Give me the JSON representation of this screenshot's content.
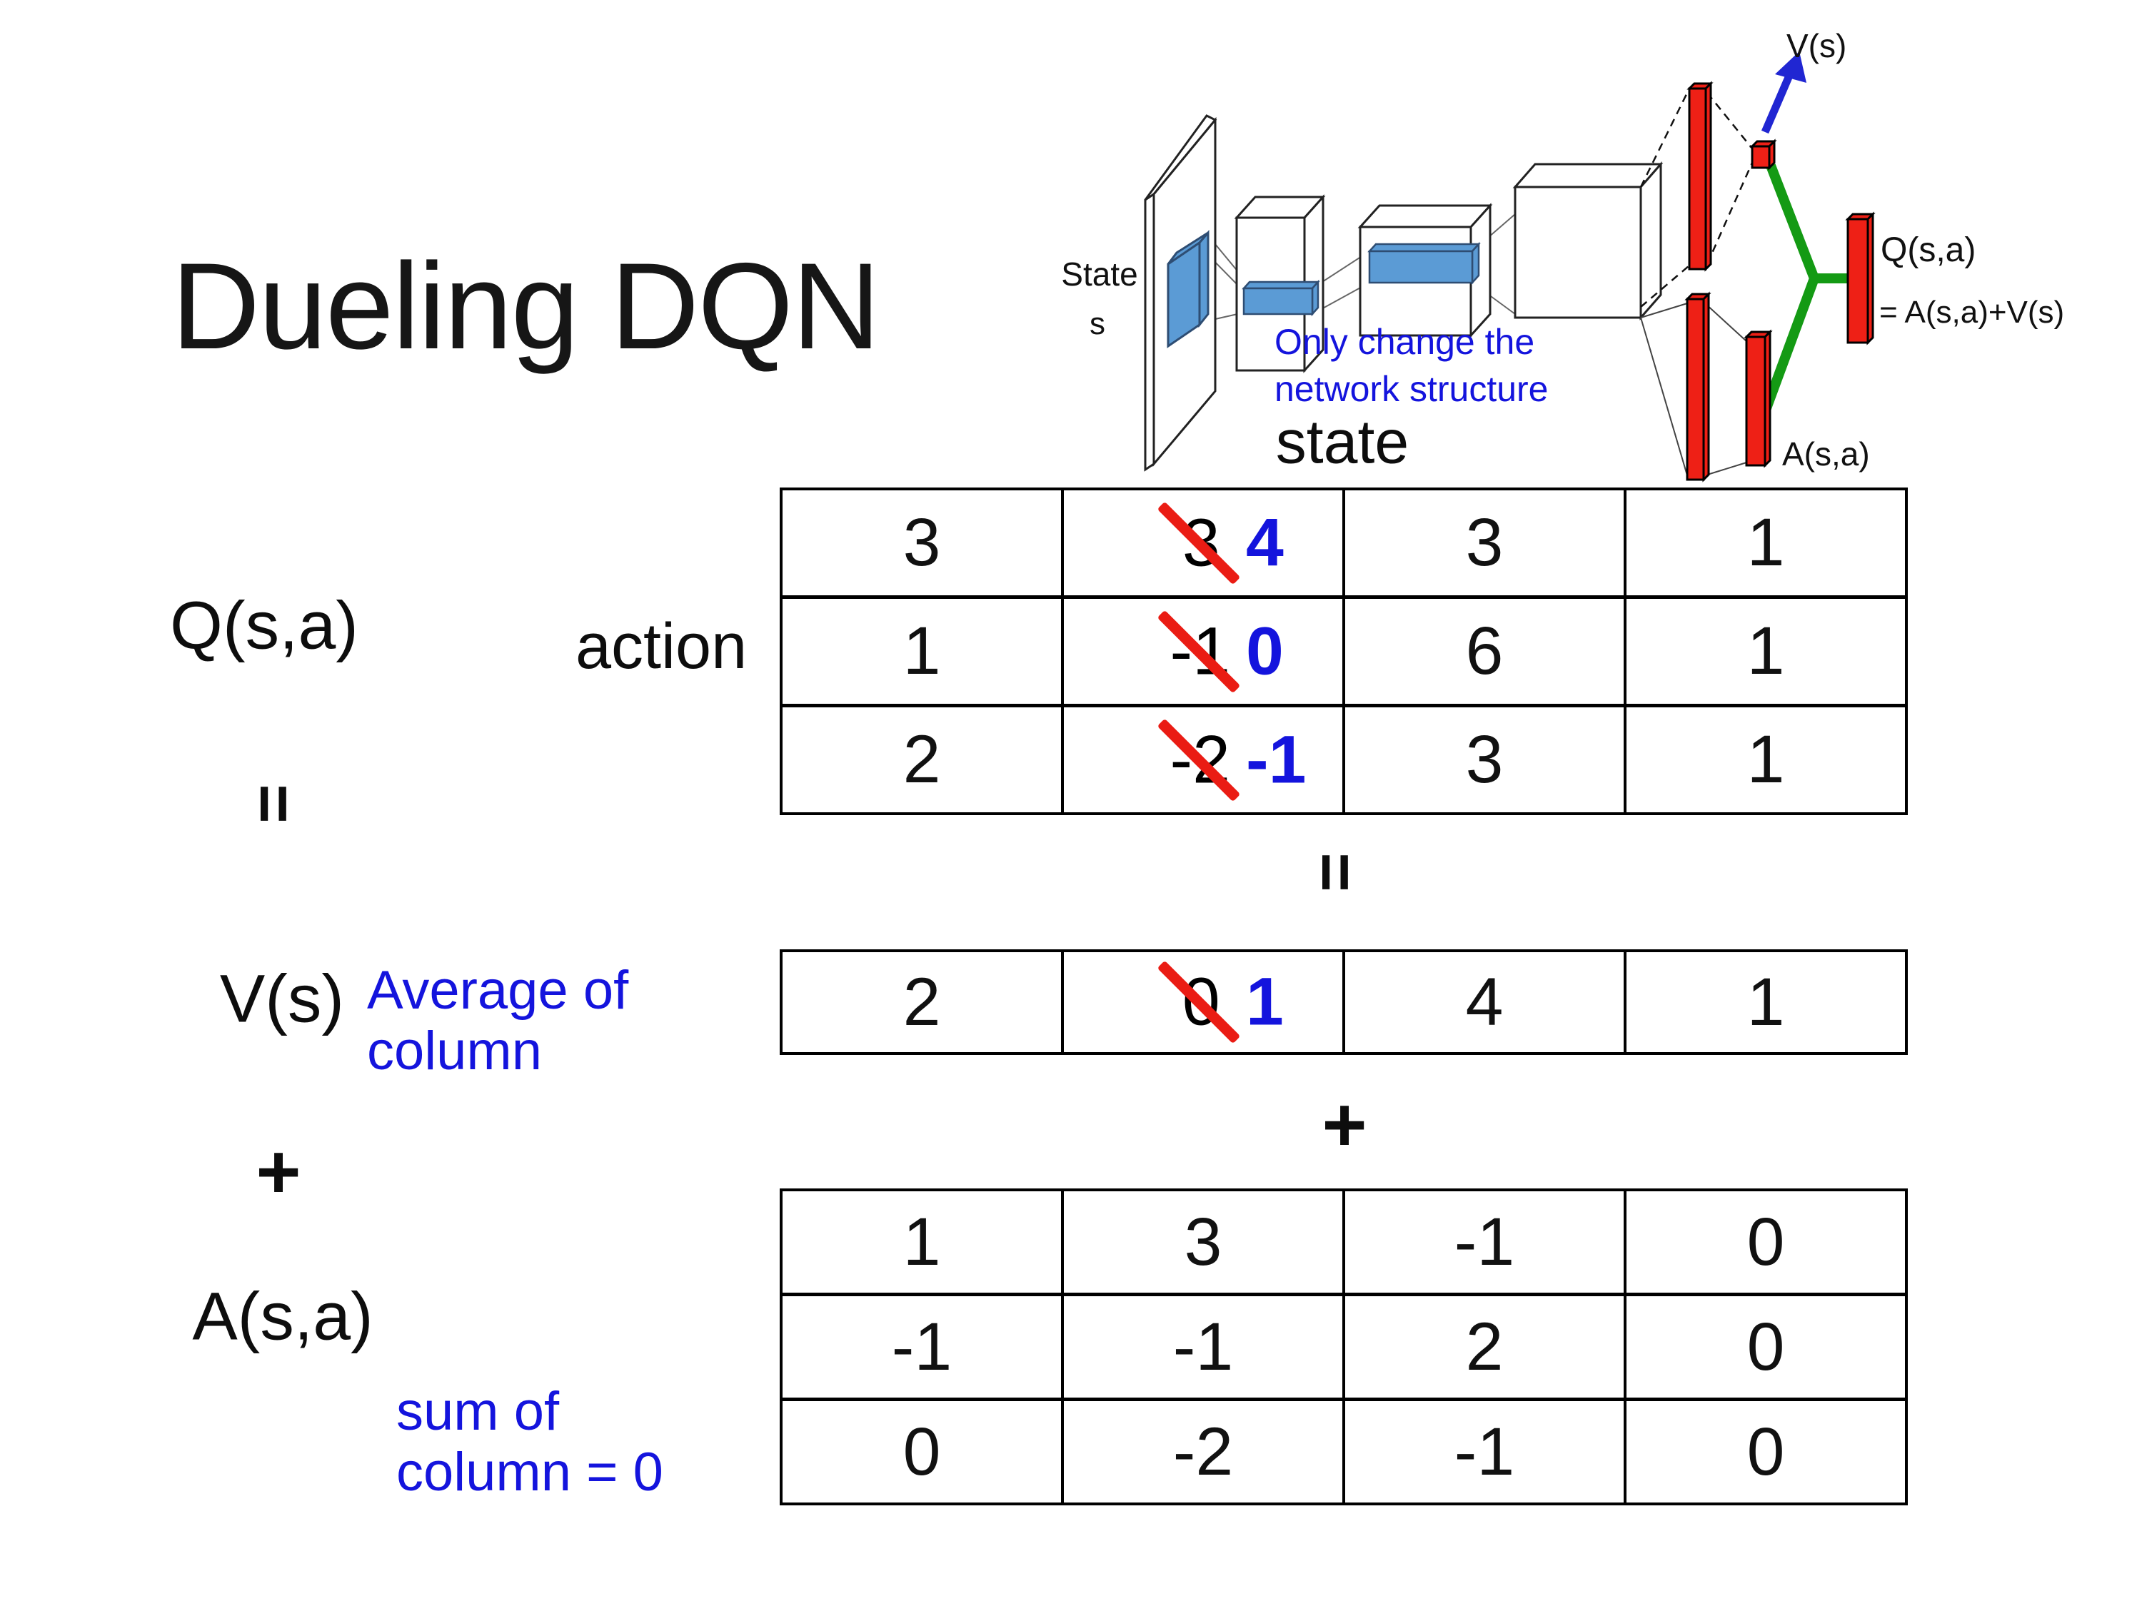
{
  "slide": {
    "title": "Dueling DQN",
    "colors": {
      "accent_blue": "#1414dd",
      "cross_red": "#ea1c14",
      "bar_red": "#ee2016",
      "link_green": "#149a14",
      "box_blue": "#5b9bd5",
      "arrow_blue": "#2026d2"
    }
  },
  "diagram": {
    "state_line1": "State",
    "state_line2": "s",
    "note_line1": "Only change the",
    "note_line2": "network structure",
    "v_out_label": "V(s)",
    "q_out_label": "Q(s,a)",
    "q_out_formula": "= A(s,a)+V(s)",
    "a_out_label": "A(s,a)"
  },
  "equation": {
    "q_label": "Q(s,a)",
    "v_label": "V(s)",
    "a_label": "A(s,a)",
    "state_header": "state",
    "action_header": "action",
    "equals_left": "=",
    "equals_center": "=",
    "plus_left": "+",
    "plus_center": "+",
    "avg_note_line1": "Average of",
    "avg_note_line2": "column",
    "sum_note_line1": "sum of",
    "sum_note_line2": "column = 0",
    "q_table": {
      "rows": [
        [
          {
            "v": "3"
          },
          {
            "v": "3",
            "x": true,
            "nv": "4"
          },
          {
            "v": "3"
          },
          {
            "v": "1"
          }
        ],
        [
          {
            "v": "1"
          },
          {
            "v": "-1",
            "x": true,
            "nv": "0"
          },
          {
            "v": "6"
          },
          {
            "v": "1"
          }
        ],
        [
          {
            "v": "2"
          },
          {
            "v": "-2",
            "x": true,
            "nv": "-1"
          },
          {
            "v": "3"
          },
          {
            "v": "1"
          }
        ]
      ]
    },
    "v_table": {
      "rows": [
        [
          {
            "v": "2"
          },
          {
            "v": "0",
            "x": true,
            "nv": "1"
          },
          {
            "v": "4"
          },
          {
            "v": "1"
          }
        ]
      ]
    },
    "a_table": {
      "rows": [
        [
          {
            "v": "1"
          },
          {
            "v": "3"
          },
          {
            "v": "-1"
          },
          {
            "v": "0"
          }
        ],
        [
          {
            "v": "-1"
          },
          {
            "v": "-1"
          },
          {
            "v": "2"
          },
          {
            "v": "0"
          }
        ],
        [
          {
            "v": "0"
          },
          {
            "v": "-2"
          },
          {
            "v": "-1"
          },
          {
            "v": "0"
          }
        ]
      ]
    }
  }
}
